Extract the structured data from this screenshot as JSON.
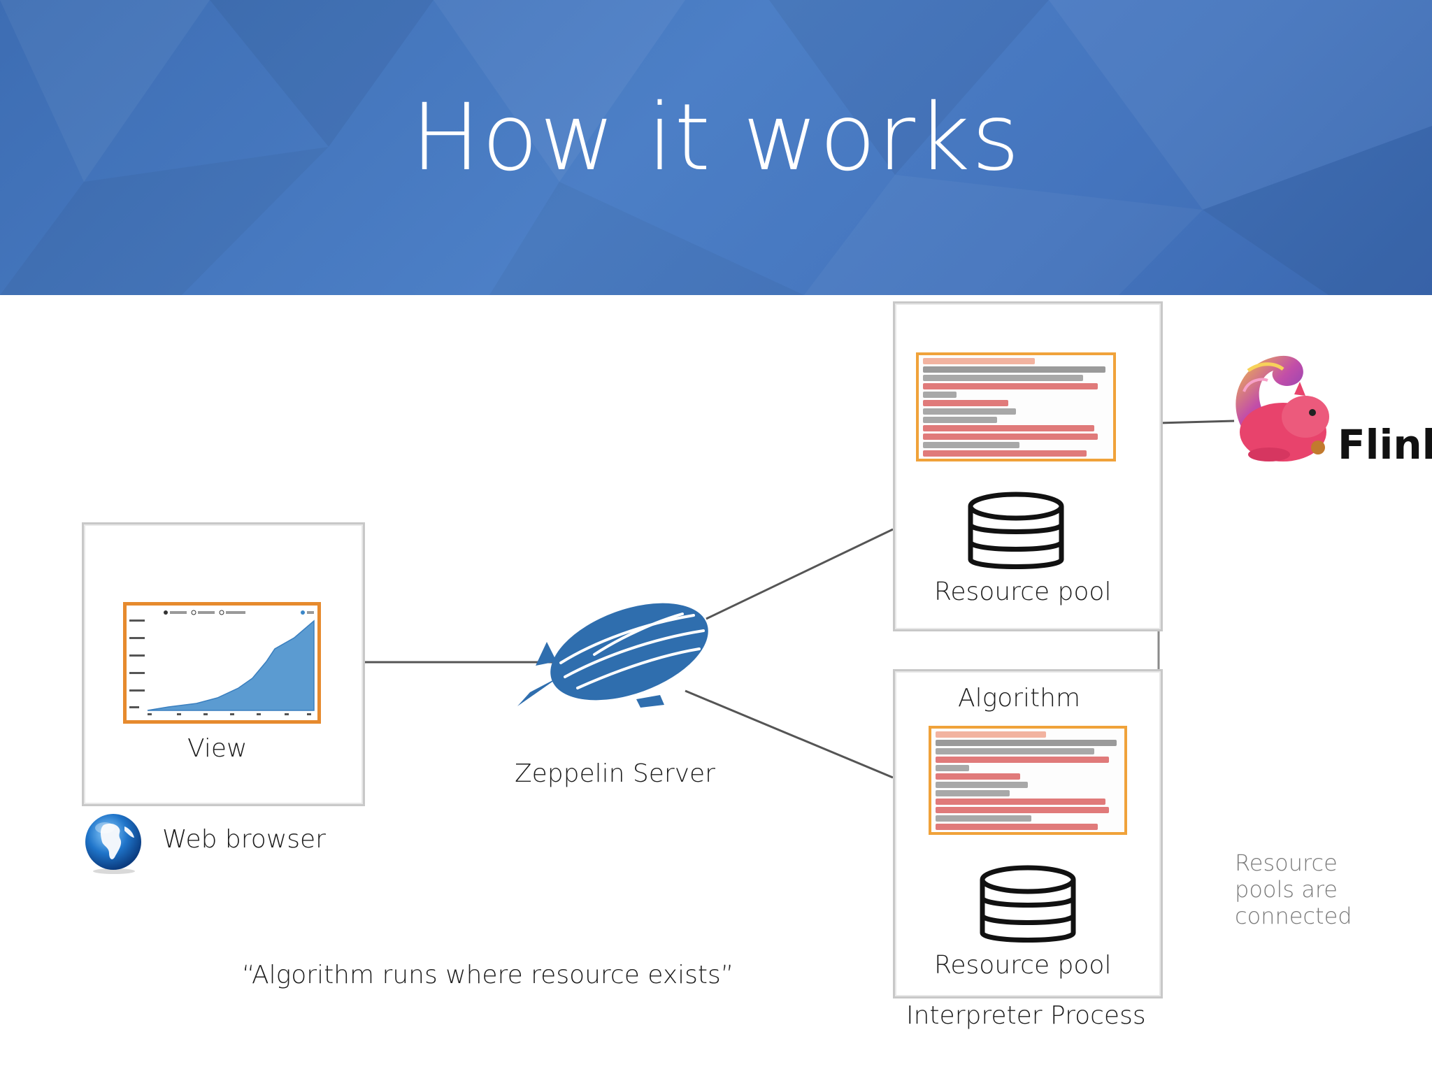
{
  "slide": {
    "title": "How it works",
    "colors": {
      "header": "#4a7cc4",
      "accent": "#f0a23a",
      "zeppelin": "#2f6eae",
      "flink": "#e8436c"
    }
  },
  "nodes": {
    "view_label": "View",
    "web_browser_label": "Web browser",
    "zeppelin_server_label": "Zeppelin Server",
    "resource_pool_top_label": "Resource pool",
    "algorithm_label": "Algorithm",
    "resource_pool_bottom_label": "Resource pool",
    "interpreter_process_label": "Interpreter Process",
    "flink_label": "Flink"
  },
  "notes": {
    "quote": "“Algorithm runs where resource exists”",
    "side_note": "Resource pools are connected"
  },
  "icons": [
    "globe-icon",
    "zeppelin-airship-icon",
    "database-icon",
    "flink-squirrel-logo"
  ]
}
